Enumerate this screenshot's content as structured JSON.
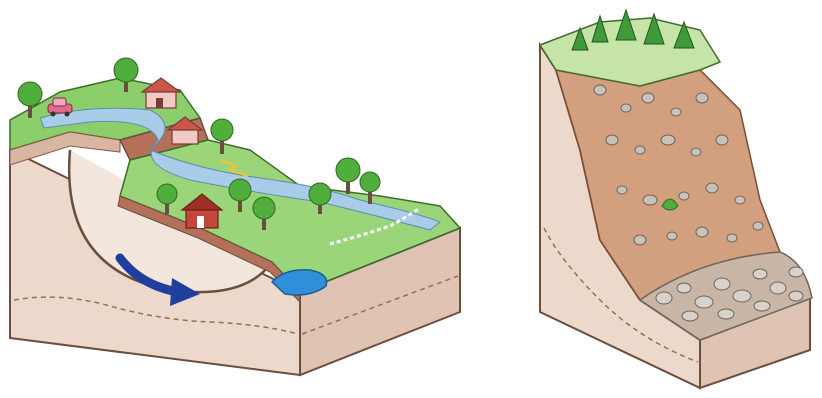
{
  "diagrams": [
    {
      "id": "rotational-slide",
      "elements": [
        "earth-block",
        "rupture-surface",
        "slumped-block",
        "houses",
        "trees",
        "car",
        "river",
        "pond",
        "rotation-arrow"
      ],
      "arrow_color": "#1f3f9e"
    },
    {
      "id": "rockfall",
      "elements": [
        "cliff-block",
        "rock-face",
        "falling-rocks",
        "talus-pile",
        "cliff-top-trees"
      ]
    }
  ],
  "palette": {
    "soil_light": "#ecd9cc",
    "soil_dark": "#d8b6a3",
    "strata": "#b5705a",
    "grass": "#8ccf6a",
    "water": "#7fb8e0",
    "rock": "#c9c2bb"
  }
}
